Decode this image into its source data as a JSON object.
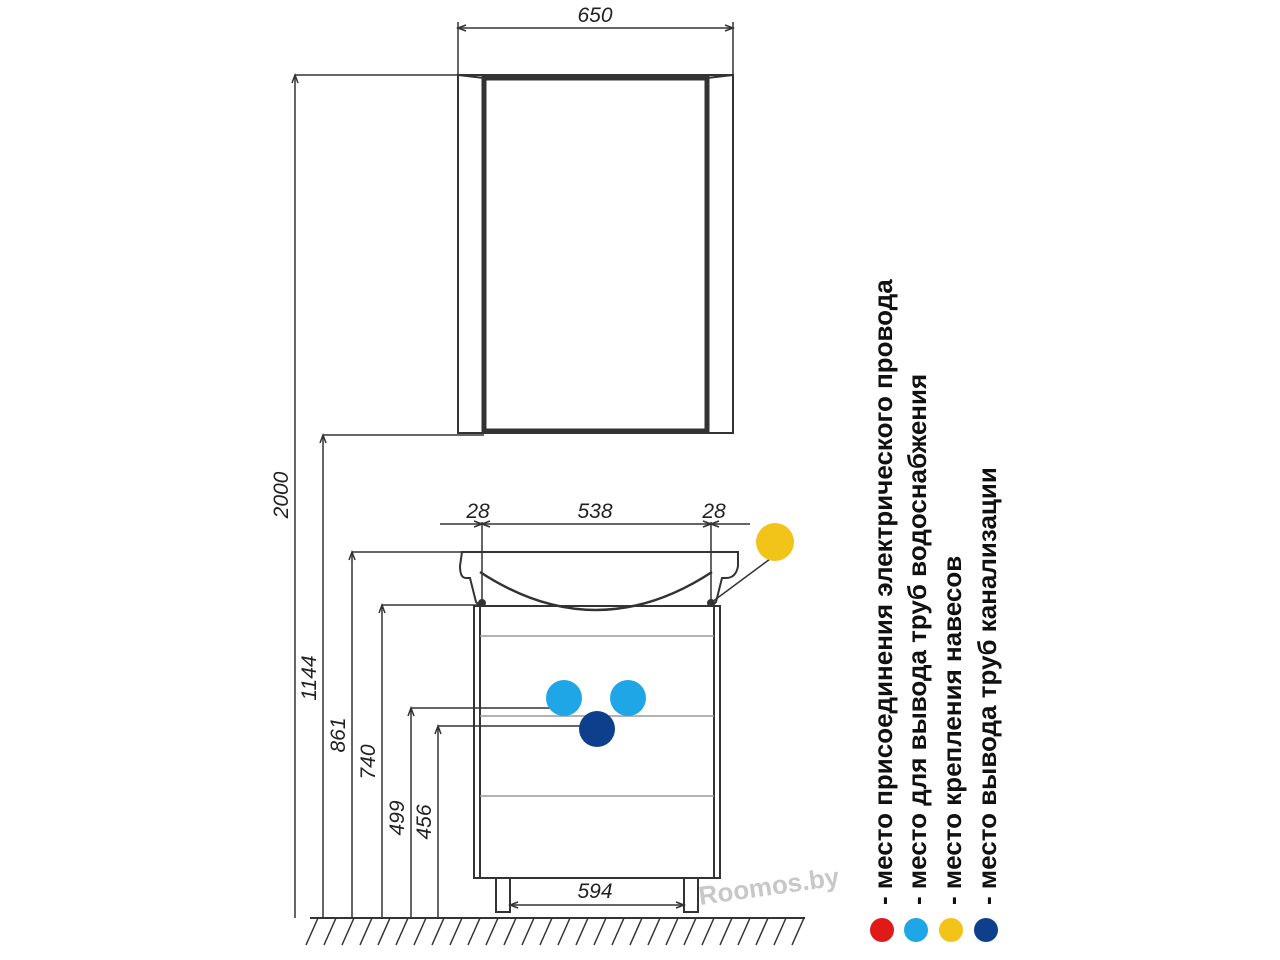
{
  "dimensions": {
    "mirror_width": "650",
    "total_height": "2000",
    "mirror_bottom_height": "1144",
    "sink_top_height": "861",
    "mount_height": "740",
    "water_height": "499",
    "drain_height": "456",
    "left_side": "28",
    "inner_width": "538",
    "right_side": "28",
    "cabinet_width": "594"
  },
  "legend": [
    {
      "color": "#e01919",
      "icon": "red-dot",
      "text": "- место присоединения электрического провода"
    },
    {
      "color": "#1ea6e6",
      "icon": "light-blue-dot",
      "text": "- место для вывода труб водоснабжения"
    },
    {
      "color": "#f2c318",
      "icon": "yellow-dot",
      "text": "- место крепления навесов"
    },
    {
      "color": "#0d3f8c",
      "icon": "dark-blue-dot",
      "text": "- место вывода труб канализации"
    }
  ],
  "markers": {
    "yellow": "#f2c318",
    "light_blue": "#1ea6e6",
    "dark_blue": "#0d3f8c"
  },
  "watermark": "Roomos.by"
}
